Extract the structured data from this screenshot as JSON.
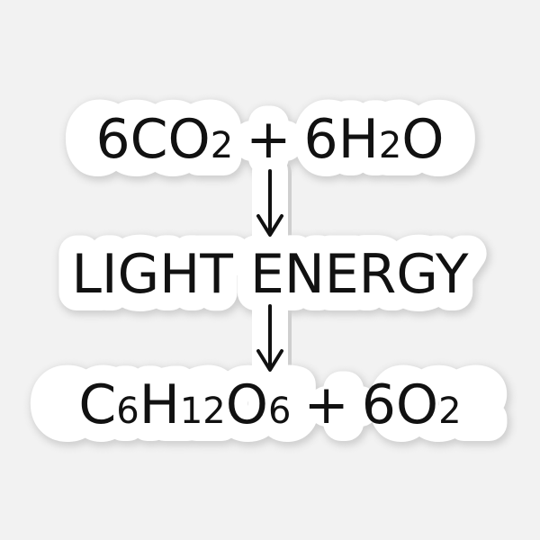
{
  "equation": {
    "reactants": {
      "co2_coef": "6",
      "co2_base": "CO",
      "co2_sub": "2",
      "plus": "+",
      "h2o_coef": "6",
      "h2o_h": "H",
      "h2o_sub": "2",
      "h2o_o": "O"
    },
    "energy_label": "LIGHT ENERGY",
    "products": {
      "glucose_c": "C",
      "glucose_c_sub": "6",
      "glucose_h": "H",
      "glucose_h_sub": "12",
      "glucose_o": "O",
      "glucose_o_sub": "6",
      "plus": "+",
      "o2_coef": "6",
      "o2_base": "O",
      "o2_sub": "2"
    }
  },
  "colors": {
    "background": "#f2f2f2",
    "sticker": "#ffffff",
    "ink": "#111111"
  },
  "icons": [
    "down-arrow-icon",
    "down-arrow-icon"
  ]
}
